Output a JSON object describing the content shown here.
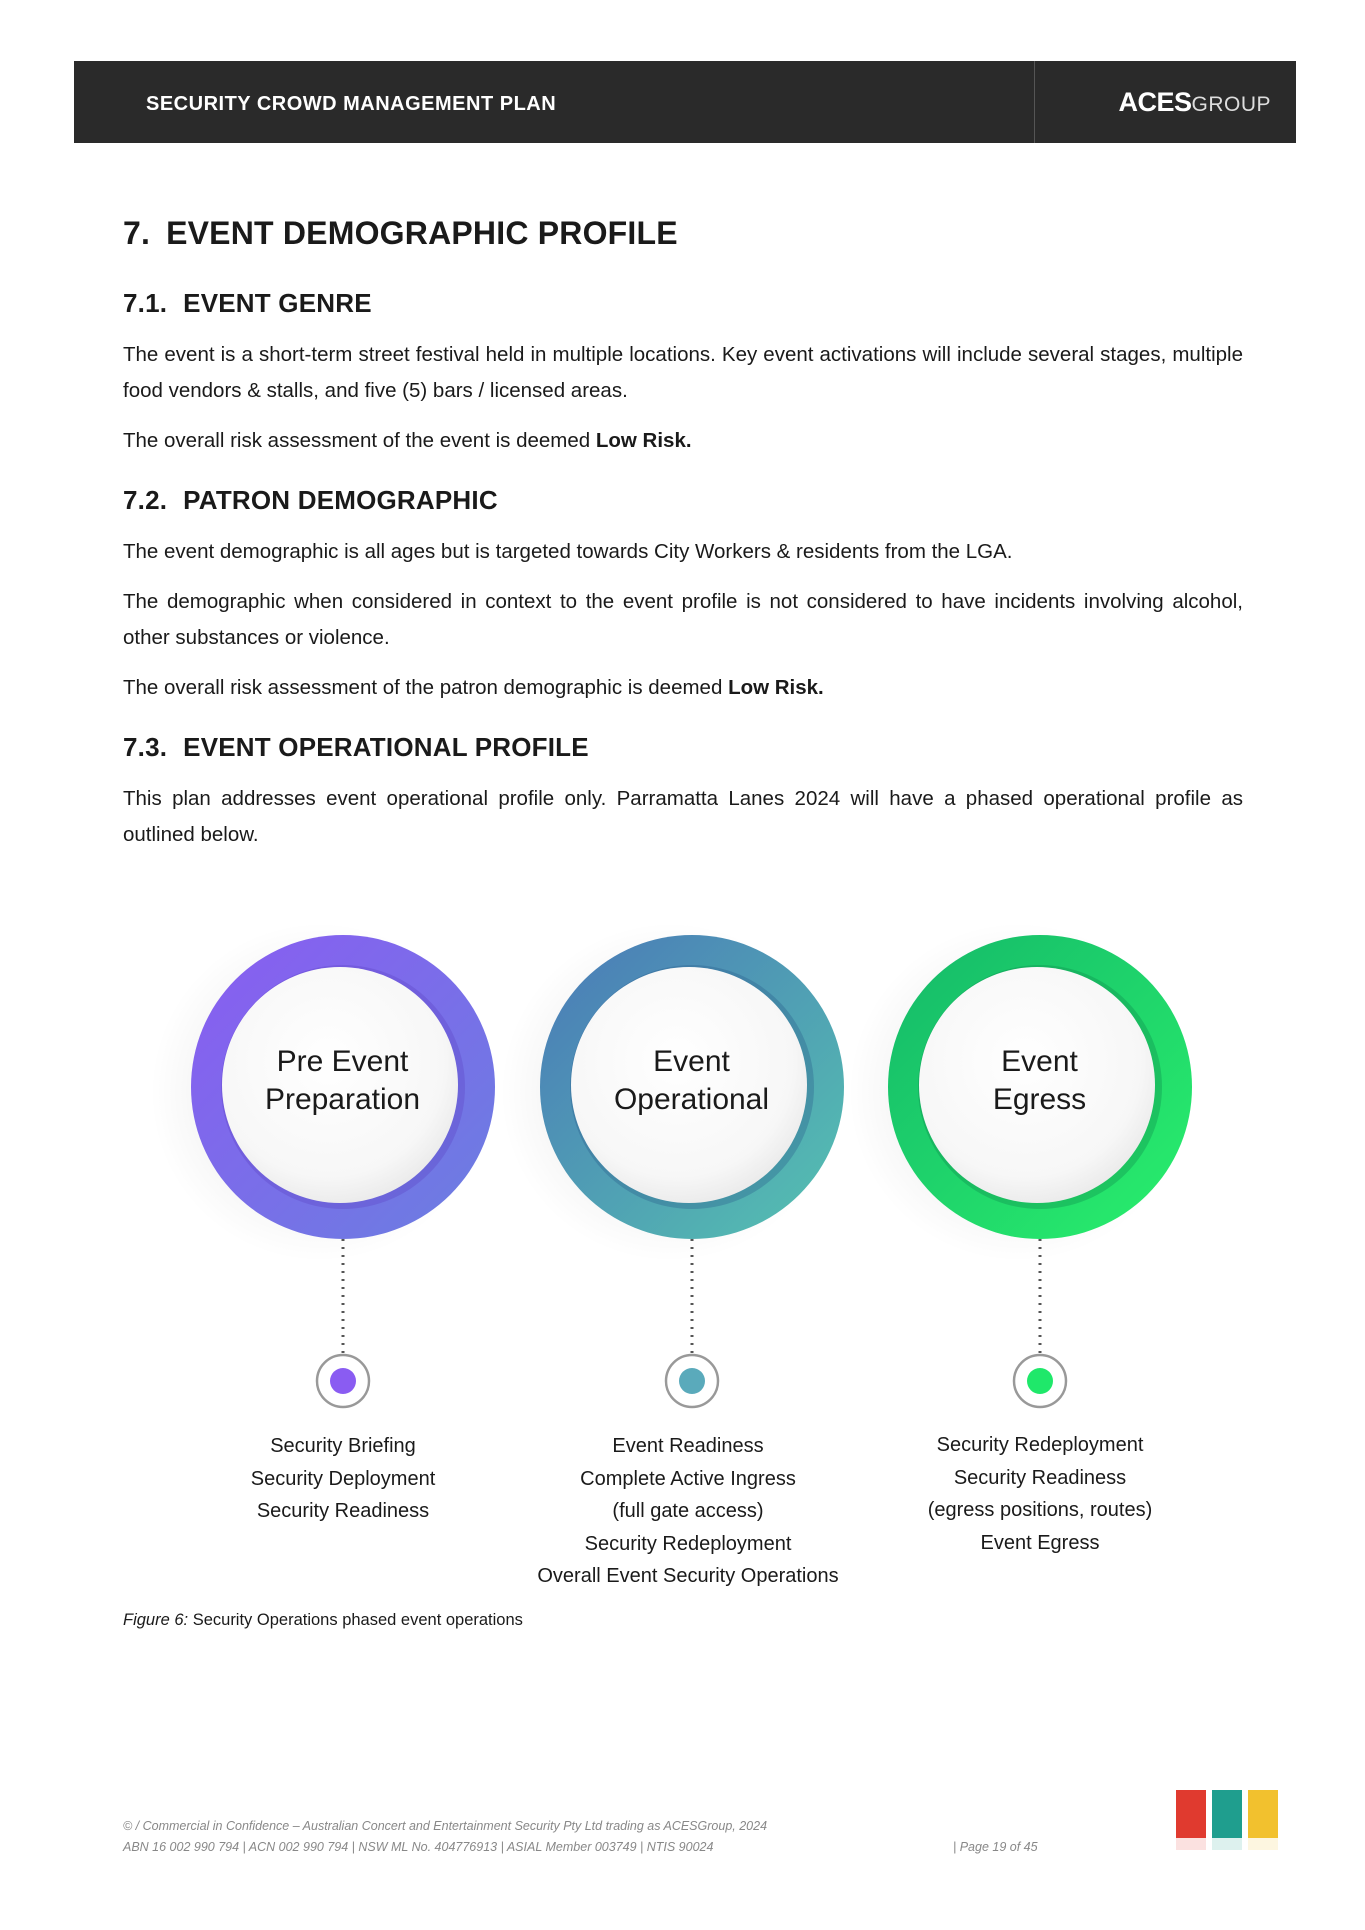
{
  "header": {
    "title": "SECURITY CROWD MANAGEMENT PLAN",
    "logo_strong": "ACES",
    "logo_light": "GROUP"
  },
  "section": {
    "number": "7.",
    "title": "EVENT DEMOGRAPHIC PROFILE"
  },
  "subsections": [
    {
      "number": "7.1.",
      "title": "EVENT GENRE",
      "paragraphs": [
        "The event is a short-term street festival held in multiple locations. Key event activations will include several stages, multiple food vendors & stalls, and five (5) bars / licensed areas."
      ],
      "risk_prefix": "The overall risk assessment of the event is deemed ",
      "risk_value": "Low Risk."
    },
    {
      "number": "7.2.",
      "title": "PATRON DEMOGRAPHIC",
      "paragraphs": [
        "The event demographic is all ages but is targeted towards City Workers & residents from the LGA.",
        "The demographic when considered in context to the event profile is not considered to have incidents involving alcohol, other substances or violence."
      ],
      "risk_prefix": "The overall risk assessment of the patron demographic is deemed ",
      "risk_value": "Low Risk."
    },
    {
      "number": "7.3.",
      "title": "EVENT OPERATIONAL PROFILE",
      "paragraphs": [
        "This plan addresses event operational profile only. Parramatta Lanes 2024 will have a phased operational profile as outlined below."
      ]
    }
  ],
  "diagram": {
    "phases": [
      {
        "title_line1": "Pre Event",
        "title_line2": "Preparation",
        "color": "#7e63e8",
        "items": [
          "Security Briefing",
          "Security Deployment",
          "Security Readiness"
        ]
      },
      {
        "title_line1": "Event",
        "title_line2": "Operational",
        "color": "#5aaabb",
        "items": [
          "Event Readiness",
          "Complete Active Ingress",
          "(full gate access)",
          "Security Redeployment",
          "Overall Event Security Operations"
        ]
      },
      {
        "title_line1": "Event",
        "title_line2": "Egress",
        "color": "#1fe86a",
        "items": [
          "Security Redeployment",
          "Security Readiness",
          "(egress positions, routes)",
          "Event Egress"
        ]
      }
    ]
  },
  "caption": {
    "label": "Figure 6:",
    "text": " Security Operations phased event operations"
  },
  "footer": {
    "line1": "© / Commercial in Confidence – Australian Concert and Entertainment Security Pty Ltd trading as ACESGroup, 2024",
    "line2": "ABN 16 002 990 794 | ACN 002 990 794 | NSW ML No. 404776913 | ASIAL Member 003749 | NTIS 90024",
    "page": "| Page 19 of 45"
  },
  "certifications": [
    {
      "color": "#e03a2f"
    },
    {
      "color": "#1f9e8e"
    },
    {
      "color": "#f2c12e"
    }
  ]
}
